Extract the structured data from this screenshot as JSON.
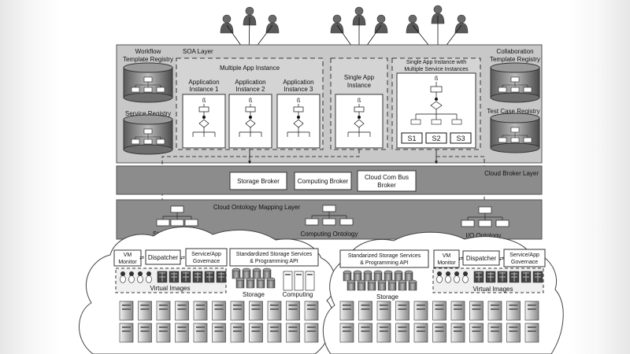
{
  "soa": {
    "layer_label": "SOA Layer",
    "workflow_registry": "Workflow Template Registry",
    "service_registry": "Service Registry",
    "collab_registry": "Collaboration Template Registry",
    "testcase_registry": "Test Case Registry",
    "multi_group": "Multiple App Instance",
    "app_instances": [
      "Application Instance 1",
      "Application Instance 2",
      "Application Instance 3"
    ],
    "single_app": "Single App Instance",
    "single_multi": "Single App Instance with Multiple Service Instances",
    "services": [
      "S1",
      "S2",
      "S3"
    ]
  },
  "broker": {
    "layer_label": "Cloud Broker Layer",
    "storage": "Storage Broker",
    "computing": "Computing Broker",
    "combus": "Cloud Com Bus Broker"
  },
  "ontology": {
    "layer_label": "Cloud Ontology Mapping Layer",
    "storage": "Storage Ontology",
    "computing": "Computing Ontology",
    "io": "I/O Ontology"
  },
  "cloud_left": {
    "vm_monitor": "VM Monitor",
    "dispatcher": "Dispatcher",
    "service_app": "Service/App Governace",
    "std_storage": "Standardized Storage Services & Programming API",
    "virtual_images": "Virtual Images",
    "storage": "Storage",
    "computing": "Computing"
  },
  "cloud_right": {
    "std_storage": "Standarized Storage Services & Programming API",
    "storage": "Storage",
    "vm_monitor": "VM Monitor",
    "dispatcher": "Dispatcher",
    "service_app": "Service/App Governace",
    "virtual_images": "Virtual Images"
  }
}
